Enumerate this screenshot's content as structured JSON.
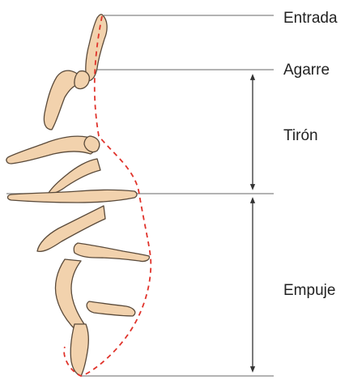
{
  "labels": {
    "entrada": "Entrada",
    "agarre": "Agarre",
    "tiron": "Tirón",
    "empuje": "Empuje"
  },
  "colors": {
    "arm_fill": "#f2d2ad",
    "arm_stroke": "#5a4a3a",
    "stroke_path": "#e0332b",
    "guide_line": "#9a9a9a",
    "dimension_arrow": "#333333",
    "text": "#222222"
  },
  "icons": {
    "arrow": "double-headed-vertical-arrow"
  }
}
